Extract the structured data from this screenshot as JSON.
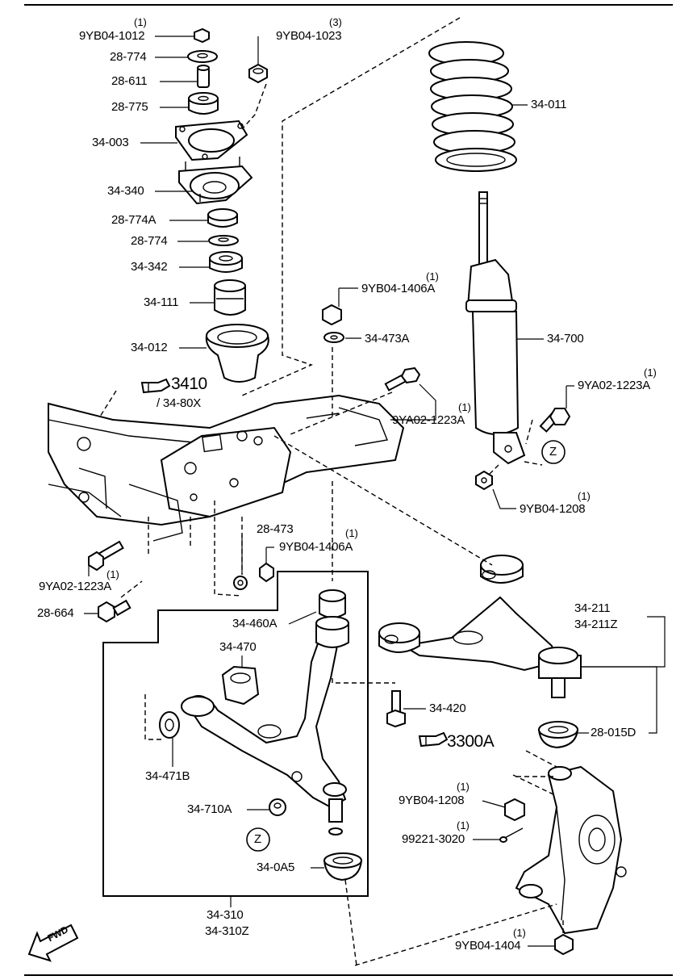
{
  "labels": {
    "nut_1012": "9YB04-1012",
    "nut_1012_qty": "(1)",
    "washer_774_top": "28-774",
    "sleeve_611": "28-611",
    "bush_775": "28-775",
    "plate_003": "34-003",
    "mount_340": "34-340",
    "bush_774a": "28-774A",
    "washer_774": "28-774",
    "bush_342": "34-342",
    "bumper_111": "34-111",
    "boot_012": "34-012",
    "nut_1023": "9YB04-1023",
    "nut_1023_qty": "(3)",
    "spring_011": "34-011",
    "shock_700": "34-700",
    "bolt_1223a_right": "9YA02-1223A",
    "bolt_1223a_right_qty": "(1)",
    "nut_1208_right": "9YB04-1208",
    "nut_1208_right_qty": "(1)",
    "nut_1406a_top": "9YB04-1406A",
    "nut_1406a_top_qty": "(1)",
    "washer_473a": "34-473A",
    "bolt_1223a_mid": "9YA02-1223A",
    "bolt_1223a_mid_qty": "(1)",
    "ref_3410": "3410",
    "ref_3410_sub": "/ 34-80X",
    "washer_473": "28-473",
    "nut_1406a_low": "9YB04-1406A",
    "nut_1406a_low_qty": "(1)",
    "bolt_1223a_left": "9YA02-1223A",
    "bolt_1223a_left_qty": "(1)",
    "bolt_664": "28-664",
    "bush_460a": "34-460A",
    "bush_470": "34-470",
    "washer_471b": "34-471B",
    "bush_710a": "34-710A",
    "zone_z_lower": "Z",
    "zone_z_upper": "Z",
    "boot_0a5": "34-0A5",
    "lower_arm_310": "34-310",
    "lower_arm_310z": "34-310Z",
    "upper_arm_211": "34-211",
    "upper_arm_211z": "34-211Z",
    "stud_420": "34-420",
    "boot_015d": "28-015D",
    "ref_3300a": "3300A",
    "nut_1208_low": "9YB04-1208",
    "nut_1208_low_qty": "(1)",
    "pin_3020": "99221-3020",
    "pin_3020_qty": "(1)",
    "nut_1404": "9YB04-1404",
    "nut_1404_qty": "(1)",
    "fwd": "FWD"
  }
}
